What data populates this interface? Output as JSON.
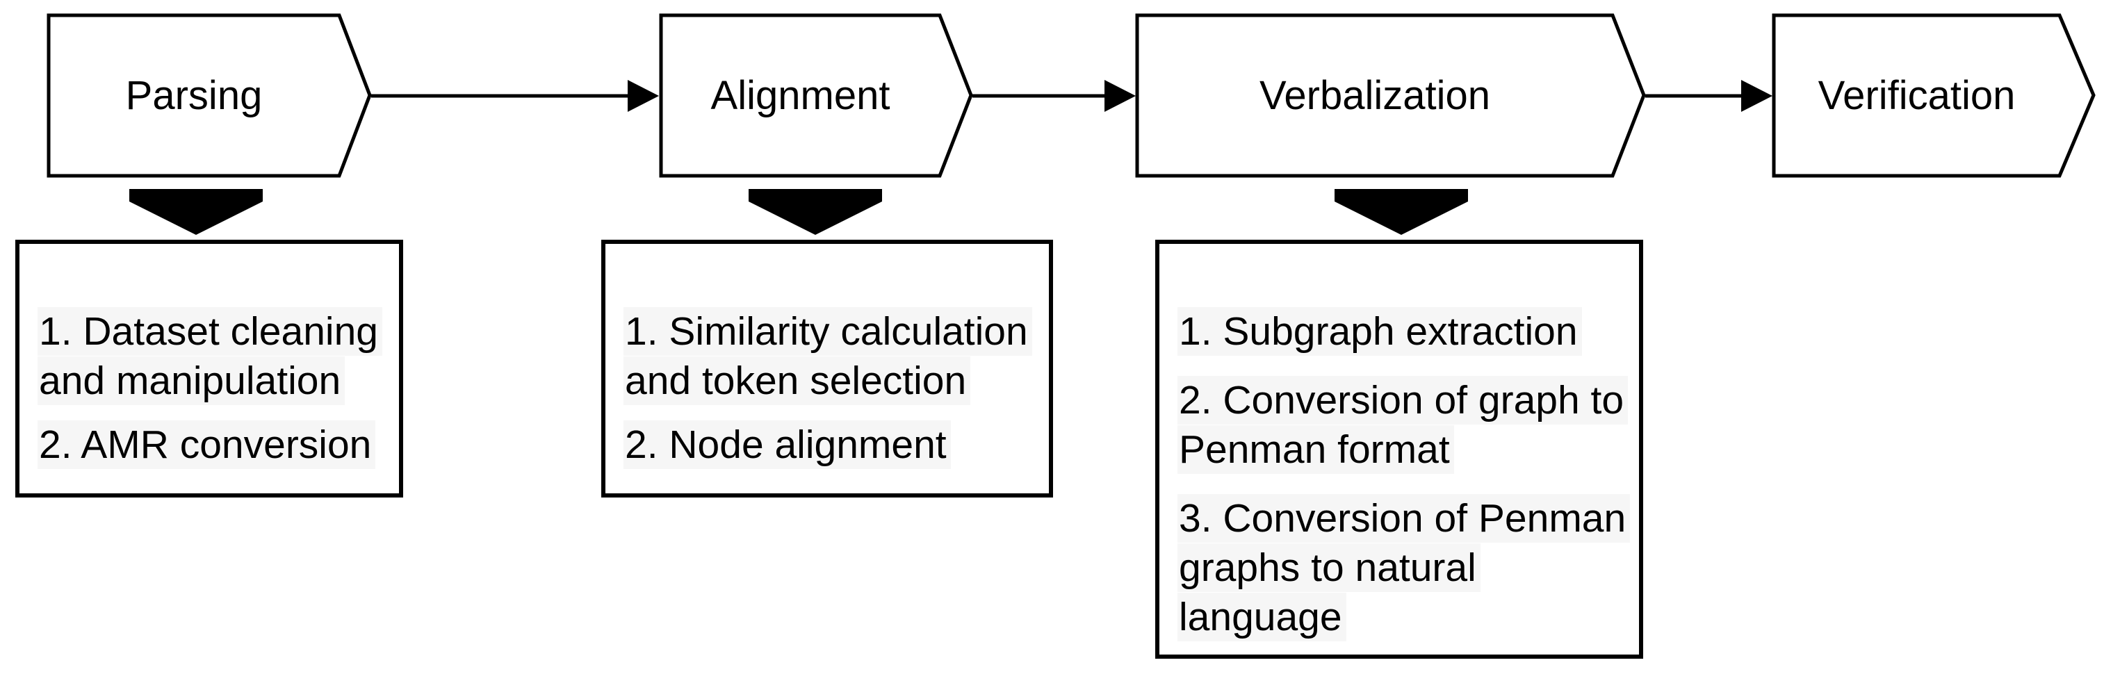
{
  "figure": {
    "type": "pipeline-flow-diagram",
    "orientation": "left-to-right"
  },
  "colors": {
    "ink": "#000000",
    "paper": "#ffffff",
    "text_highlight": "#f6f6f6"
  },
  "pipeline": {
    "stages": [
      {
        "label": "Parsing",
        "substeps": [
          "1. Dataset cleaning and manipulation",
          "2. AMR conversion"
        ]
      },
      {
        "label": "Alignment",
        "substeps": [
          "1. Similarity calculation and token selection",
          "2. Node alignment"
        ]
      },
      {
        "label": "Verbalization",
        "substeps": [
          "1. Subgraph extraction",
          "2. Conversion of graph to Penman format",
          "3. Conversion of Penman graphs to natural language"
        ]
      },
      {
        "label": "Verification",
        "substeps": []
      }
    ]
  }
}
